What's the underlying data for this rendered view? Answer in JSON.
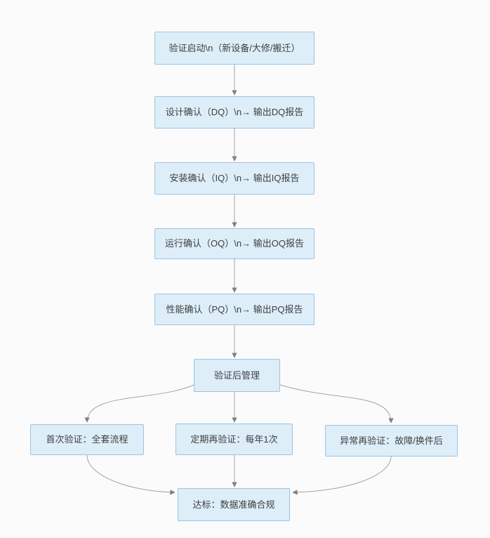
{
  "theme": {
    "page_bg": "#fbfbfb",
    "node_fill": "#ddeef9",
    "node_border": "#9cc2e5",
    "node_text": "#404040",
    "connector_color": "#a3a3a3",
    "arrowhead_color": "#7f7f7f"
  },
  "nodes": {
    "start": {
      "label": "验证启动\\n（新设备/大修/搬迁）"
    },
    "dq": {
      "label": "设计确认（DQ）\\n→ 输出DQ报告"
    },
    "iq": {
      "label": "安装确认（IQ）\\n→ 输出IQ报告"
    },
    "oq": {
      "label": "运行确认（OQ）\\n→ 输出OQ报告"
    },
    "pq": {
      "label": "性能确认（PQ）\\n→ 输出PQ报告"
    },
    "post": {
      "label": "验证后管理"
    },
    "first": {
      "label": "首次验证：全套流程"
    },
    "periodic": {
      "label": "定期再验证：每年1次"
    },
    "abnormal": {
      "label": "异常再验证：故障/换件后"
    },
    "target": {
      "label": "达标：数据准确合规"
    }
  }
}
